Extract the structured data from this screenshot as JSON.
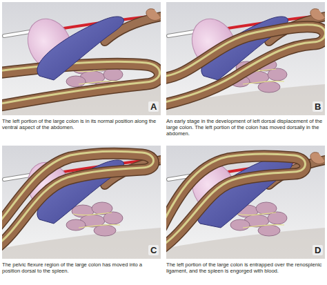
{
  "diagram": {
    "nodes": [
      {
        "text": [
          "A",
          "The left portion of the large colon is in its normal position along the ventral aspect of the abdomen."
        ]
      },
      {
        "text": [
          "B",
          "An early stage in the development of left dorsal displacement of the large colon. The left portion of the colon has moved dorsally in the abdomen."
        ]
      },
      {
        "text": [
          "C",
          "The pelvic flexure region of the large colon has moved into a position dorsal to the spleen."
        ]
      },
      {
        "text": [
          "D",
          "The left portion of the large colon is entrapped over the renosplenic ligament, and the spleen is engorged with blood."
        ]
      }
    ]
  }
}
